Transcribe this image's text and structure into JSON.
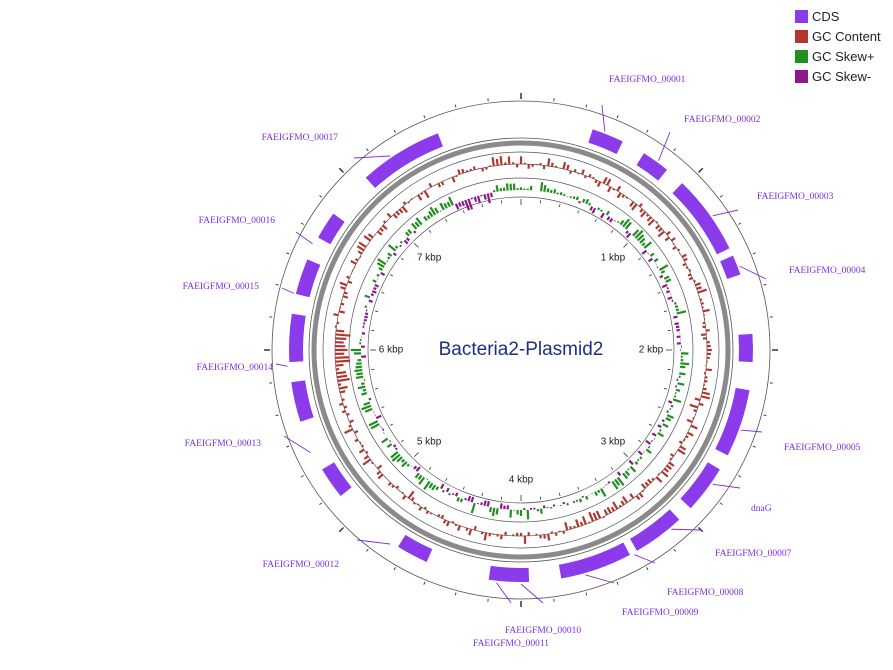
{
  "title": "Bacteria2-Plasmid2",
  "colors": {
    "cds": "#8b3bea",
    "gc_content": "#b2362d",
    "gc_skew_plus": "#1f8f1f",
    "gc_skew_minus": "#8e168e",
    "label": "#7b2fe0",
    "title": "#1f2d8a"
  },
  "legend": [
    {
      "label": "CDS",
      "color": "#8b3bea"
    },
    {
      "label": "GC Content",
      "color": "#b2362d"
    },
    {
      "label": "GC Skew+",
      "color": "#1f8f1f"
    },
    {
      "label": "GC Skew-",
      "color": "#8e168e"
    }
  ],
  "tick_labels": [
    {
      "label": "1 kbp",
      "kbp": 1
    },
    {
      "label": "2 kbp",
      "kbp": 2
    },
    {
      "label": "3 kbp",
      "kbp": 3
    },
    {
      "label": "4 kbp",
      "kbp": 4
    },
    {
      "label": "5 kbp",
      "kbp": 5
    },
    {
      "label": "6 kbp",
      "kbp": 6
    },
    {
      "label": "7 kbp",
      "kbp": 7
    }
  ],
  "features": [
    {
      "label": "FAEIGFMO_00001"
    },
    {
      "label": "FAEIGFMO_00002"
    },
    {
      "label": "FAEIGFMO_00003"
    },
    {
      "label": "FAEIGFMO_00004"
    },
    {
      "label": "FAEIGFMO_00005"
    },
    {
      "label": "dnaG"
    },
    {
      "label": "FAEIGFMO_00007"
    },
    {
      "label": "FAEIGFMO_00008"
    },
    {
      "label": "FAEIGFMO_00009"
    },
    {
      "label": "FAEIGFMO_00010"
    },
    {
      "label": "FAEIGFMO_00011"
    },
    {
      "label": "FAEIGFMO_00012"
    },
    {
      "label": "FAEIGFMO_00013"
    },
    {
      "label": "FAEIGFMO_00014"
    },
    {
      "label": "FAEIGFMO_00015"
    },
    {
      "label": "FAEIGFMO_00016"
    },
    {
      "label": "FAEIGFMO_00017"
    }
  ]
}
